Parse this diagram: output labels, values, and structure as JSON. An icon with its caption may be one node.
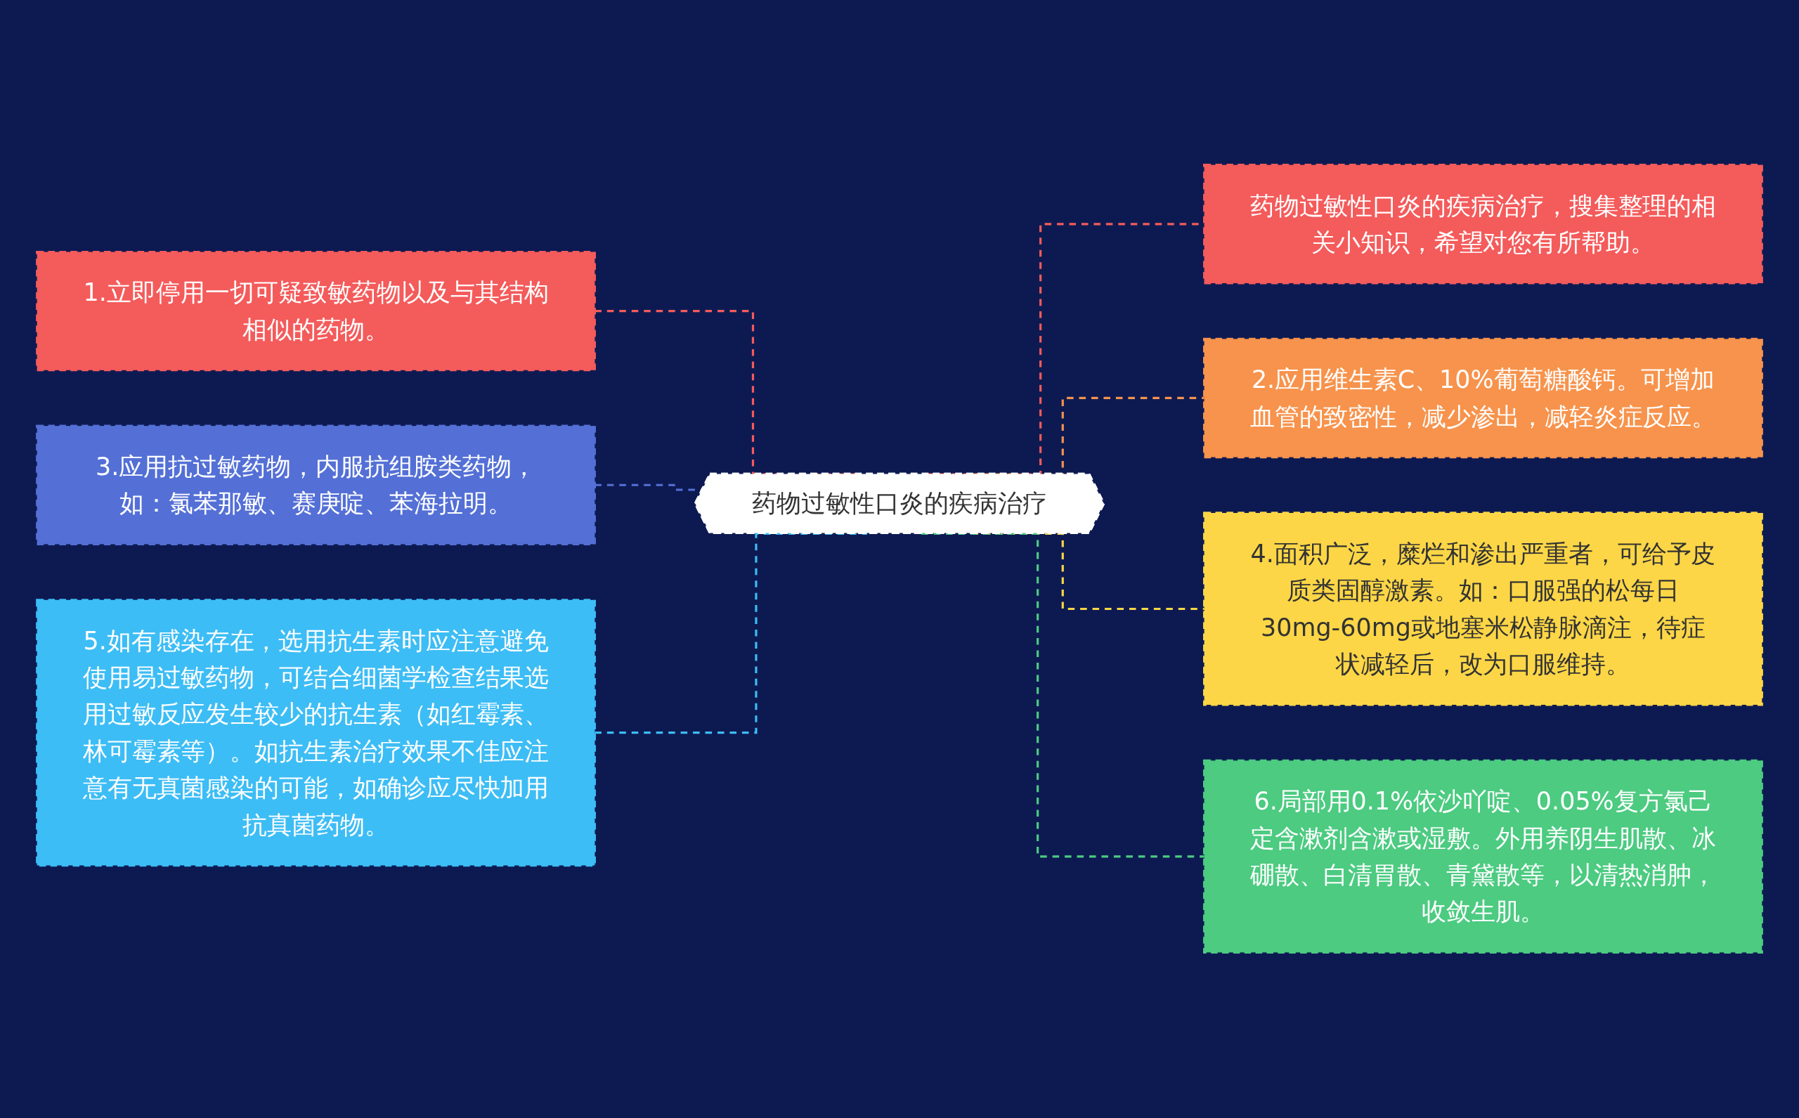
{
  "diagram": {
    "nodes": [
      {
        "text": [
          "药物过敏性口炎的疾病治疗"
        ]
      },
      {
        "text": [
          "药物过敏性口炎的疾病治疗，搜集整理的相关小知识，希望对您有所帮助。"
        ]
      },
      {
        "text": [
          "1.立即停用一切可疑致敏药物以及与其结构相似的药物。"
        ]
      },
      {
        "text": [
          "2.应用维生素C、10%葡萄糖酸钙。可增加血管的致密性，减少渗出，减轻炎症反应。"
        ]
      },
      {
        "text": [
          "3.应用抗过敏药物，内服抗组胺类药物，如：氯苯那敏、赛庚啶、苯海拉明。"
        ]
      },
      {
        "text": [
          "4.面积广泛，糜烂和渗出严重者，可给予皮质类固醇激素。如：口服强的松每日30mg-60mg或地塞米松静脉滴注，待症状减轻后，改为口服维持。"
        ]
      },
      {
        "text": [
          "5.如有感染存在，选用抗生素时应注意避免使用易过敏药物，可结合细菌学检查结果选用过敏反应发生较少的抗生素（如红霉素、林可霉素等）。如抗生素治疗效果不佳应注意有无真菌感染的可能，如确诊应尽快加用抗真菌药物。"
        ]
      },
      {
        "text": [
          "6.局部用0.1%依沙吖啶、0.05%复方氯己定含漱剂含漱或湿敷。外用养阴生肌散、冰硼散、白清胃散、青黛散等，以清热消肿，收敛生肌。"
        ]
      }
    ],
    "edges": [
      {
        "from": 0,
        "to": 1,
        "arrow": "none",
        "style": "dashed",
        "color": "#f45b5b"
      },
      {
        "from": 0,
        "to": 2,
        "arrow": "none",
        "style": "dashed",
        "color": "#f45b5b"
      },
      {
        "from": 0,
        "to": 3,
        "arrow": "none",
        "style": "dashed",
        "color": "#f7934c"
      },
      {
        "from": 0,
        "to": 4,
        "arrow": "none",
        "style": "dashed",
        "color": "#5470d6"
      },
      {
        "from": 0,
        "to": 5,
        "arrow": "none",
        "style": "dashed",
        "color": "#fcd646"
      },
      {
        "from": 0,
        "to": 6,
        "arrow": "none",
        "style": "dashed",
        "color": "#3dbdf5"
      },
      {
        "from": 0,
        "to": 7,
        "arrow": "none",
        "style": "dashed",
        "color": "#4ccb81"
      }
    ]
  }
}
